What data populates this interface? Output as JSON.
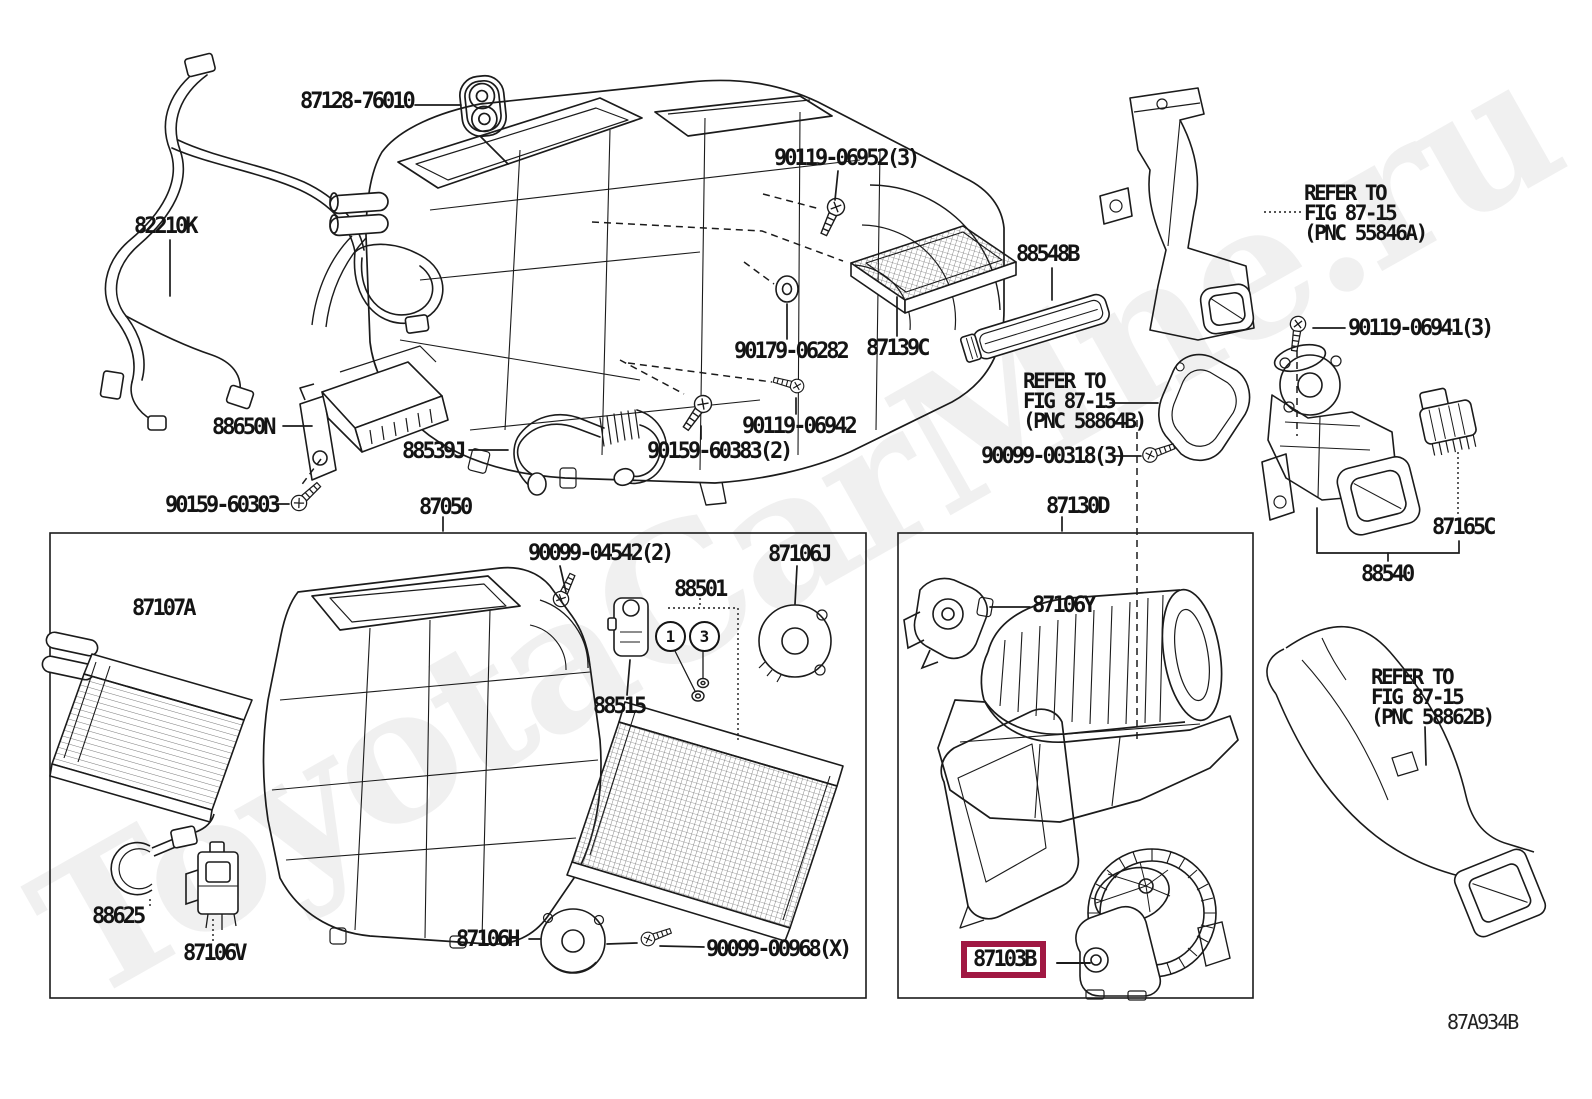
{
  "figure": {
    "code": "87A934B",
    "watermark": "ToyotaCarMne.ru",
    "description": "Heating & air conditioning cooler unit exploded parts diagram"
  },
  "colors": {
    "highlight_box": "#A01843",
    "line": "#1b1b1b",
    "background": "#ffffff"
  },
  "callouts": {
    "one": "1",
    "three": "3"
  },
  "labels": {
    "l87128_76010": "87128-76010",
    "l90119_06952": "90119-06952(3)",
    "l88548B": "88548B",
    "l87139C": "87139C",
    "l82210K": "82210K",
    "l90179_06282": "90179-06282",
    "l90119_06942": "90119-06942",
    "l88650N": "88650N",
    "l88539J": "88539J",
    "l90159_60383": "90159-60383(2)",
    "l90159_60303": "90159-60303",
    "l87050": "87050",
    "refer_55846A": "REFER TO\nFIG 87-15\n(PNC 55846A)",
    "l90119_06941": "90119-06941(3)",
    "refer_58864B": "REFER TO\nFIG 87-15\n(PNC 58864B)",
    "l90099_00318": "90099-00318(3)",
    "l87130D": "87130D",
    "l87165C": "87165C",
    "l88540": "88540",
    "l90099_04542": "90099-04542(2)",
    "l87106J": "87106J",
    "l88501": "88501",
    "l87107A": "87107A",
    "l88515": "88515",
    "l88625": "88625",
    "l87106V": "87106V",
    "l87106H": "87106H",
    "l90099_00968": "90099-00968(X)",
    "l87106Y": "87106Y",
    "l87103B": "87103B",
    "refer_58862B": "REFER TO\nFIG 87-15\n(PNC 58862B)"
  }
}
